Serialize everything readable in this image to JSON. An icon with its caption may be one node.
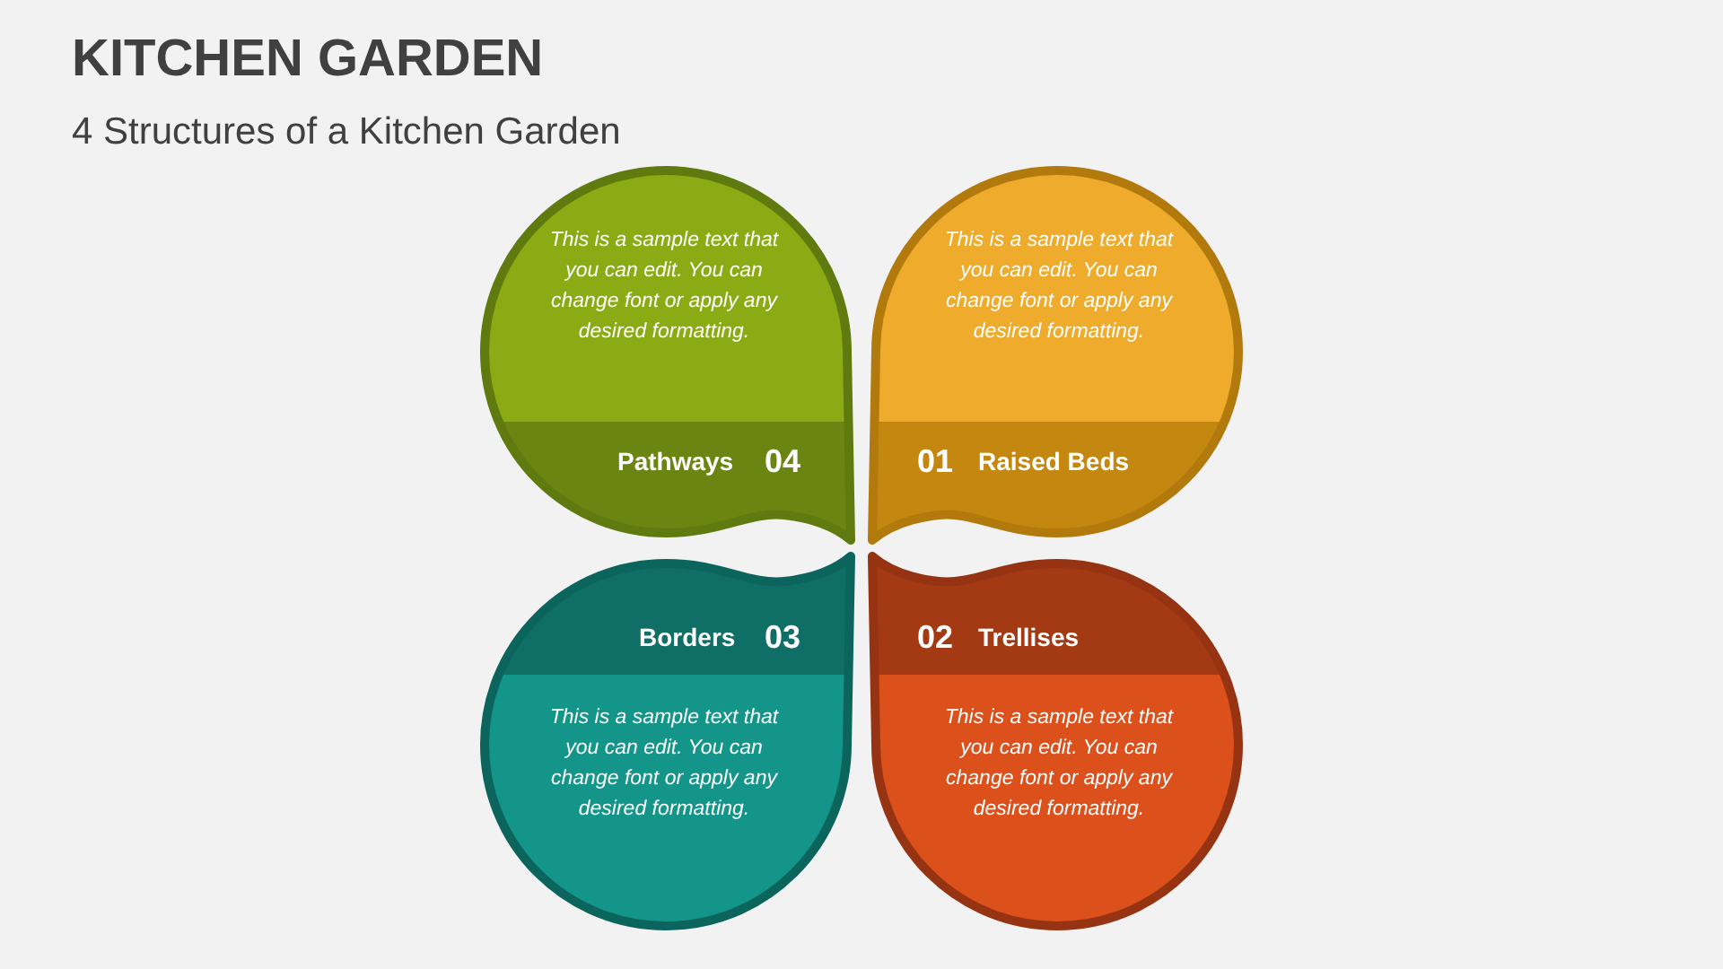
{
  "diagram": {
    "title": "KITCHEN GARDEN",
    "nodes": [
      {
        "text": [
          "This is a sample text that you can edit. You can change font or apply any desired formatting.",
          "Pathways",
          "04"
        ]
      },
      {
        "text": [
          "This is a sample text that you can edit. You can change font or apply any desired formatting.",
          "01",
          "Raised Beds"
        ]
      },
      {
        "text": [
          "Borders",
          "03",
          "This is a sample text that you can edit. You can change font or apply any desired formatting."
        ]
      },
      {
        "text": [
          "02",
          "Trellises",
          "This is a sample text that you can edit. You can change font or apply any desired formatting."
        ]
      }
    ],
    "labels": [
      "4 Structures of a Kitchen Garden"
    ]
  }
}
